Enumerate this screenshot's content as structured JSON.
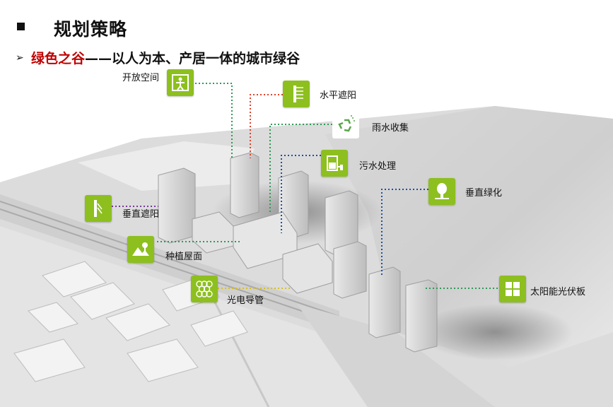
{
  "header": {
    "title": "规划策略",
    "subtitle_accent": "绿色之谷",
    "subtitle_rest": "——以人为本、产居一体的城市绿谷"
  },
  "labels": {
    "open_space": "开放空间",
    "horizontal_shading": "水平遮阳",
    "rainwater": "雨水收集",
    "sewage": "污水处理",
    "vertical_greening": "垂直绿化",
    "vertical_shading": "垂直遮阳",
    "planted_roof": "种植屋面",
    "light_guide": "光电导管",
    "solar_pv": "太阳能光伏板"
  },
  "icons": {
    "open_space": "person-in-frame-icon",
    "horizontal_shading": "horizontal-louver-icon",
    "rainwater": "recycle-rain-icon",
    "sewage": "water-tank-icon",
    "vertical_greening": "tree-icon",
    "vertical_shading": "vertical-louver-icon",
    "planted_roof": "mountain-tree-icon",
    "light_guide": "hexagon-grid-icon",
    "solar_pv": "solar-panel-icon"
  },
  "colors": {
    "badge_green": "#8dbf1f",
    "accent_red": "#c00000",
    "line_red": "#e0402a",
    "line_green": "#2e9a5a",
    "line_blue": "#1f4fa0",
    "line_purple": "#7a3a9a",
    "line_yellow": "#d8c020"
  }
}
